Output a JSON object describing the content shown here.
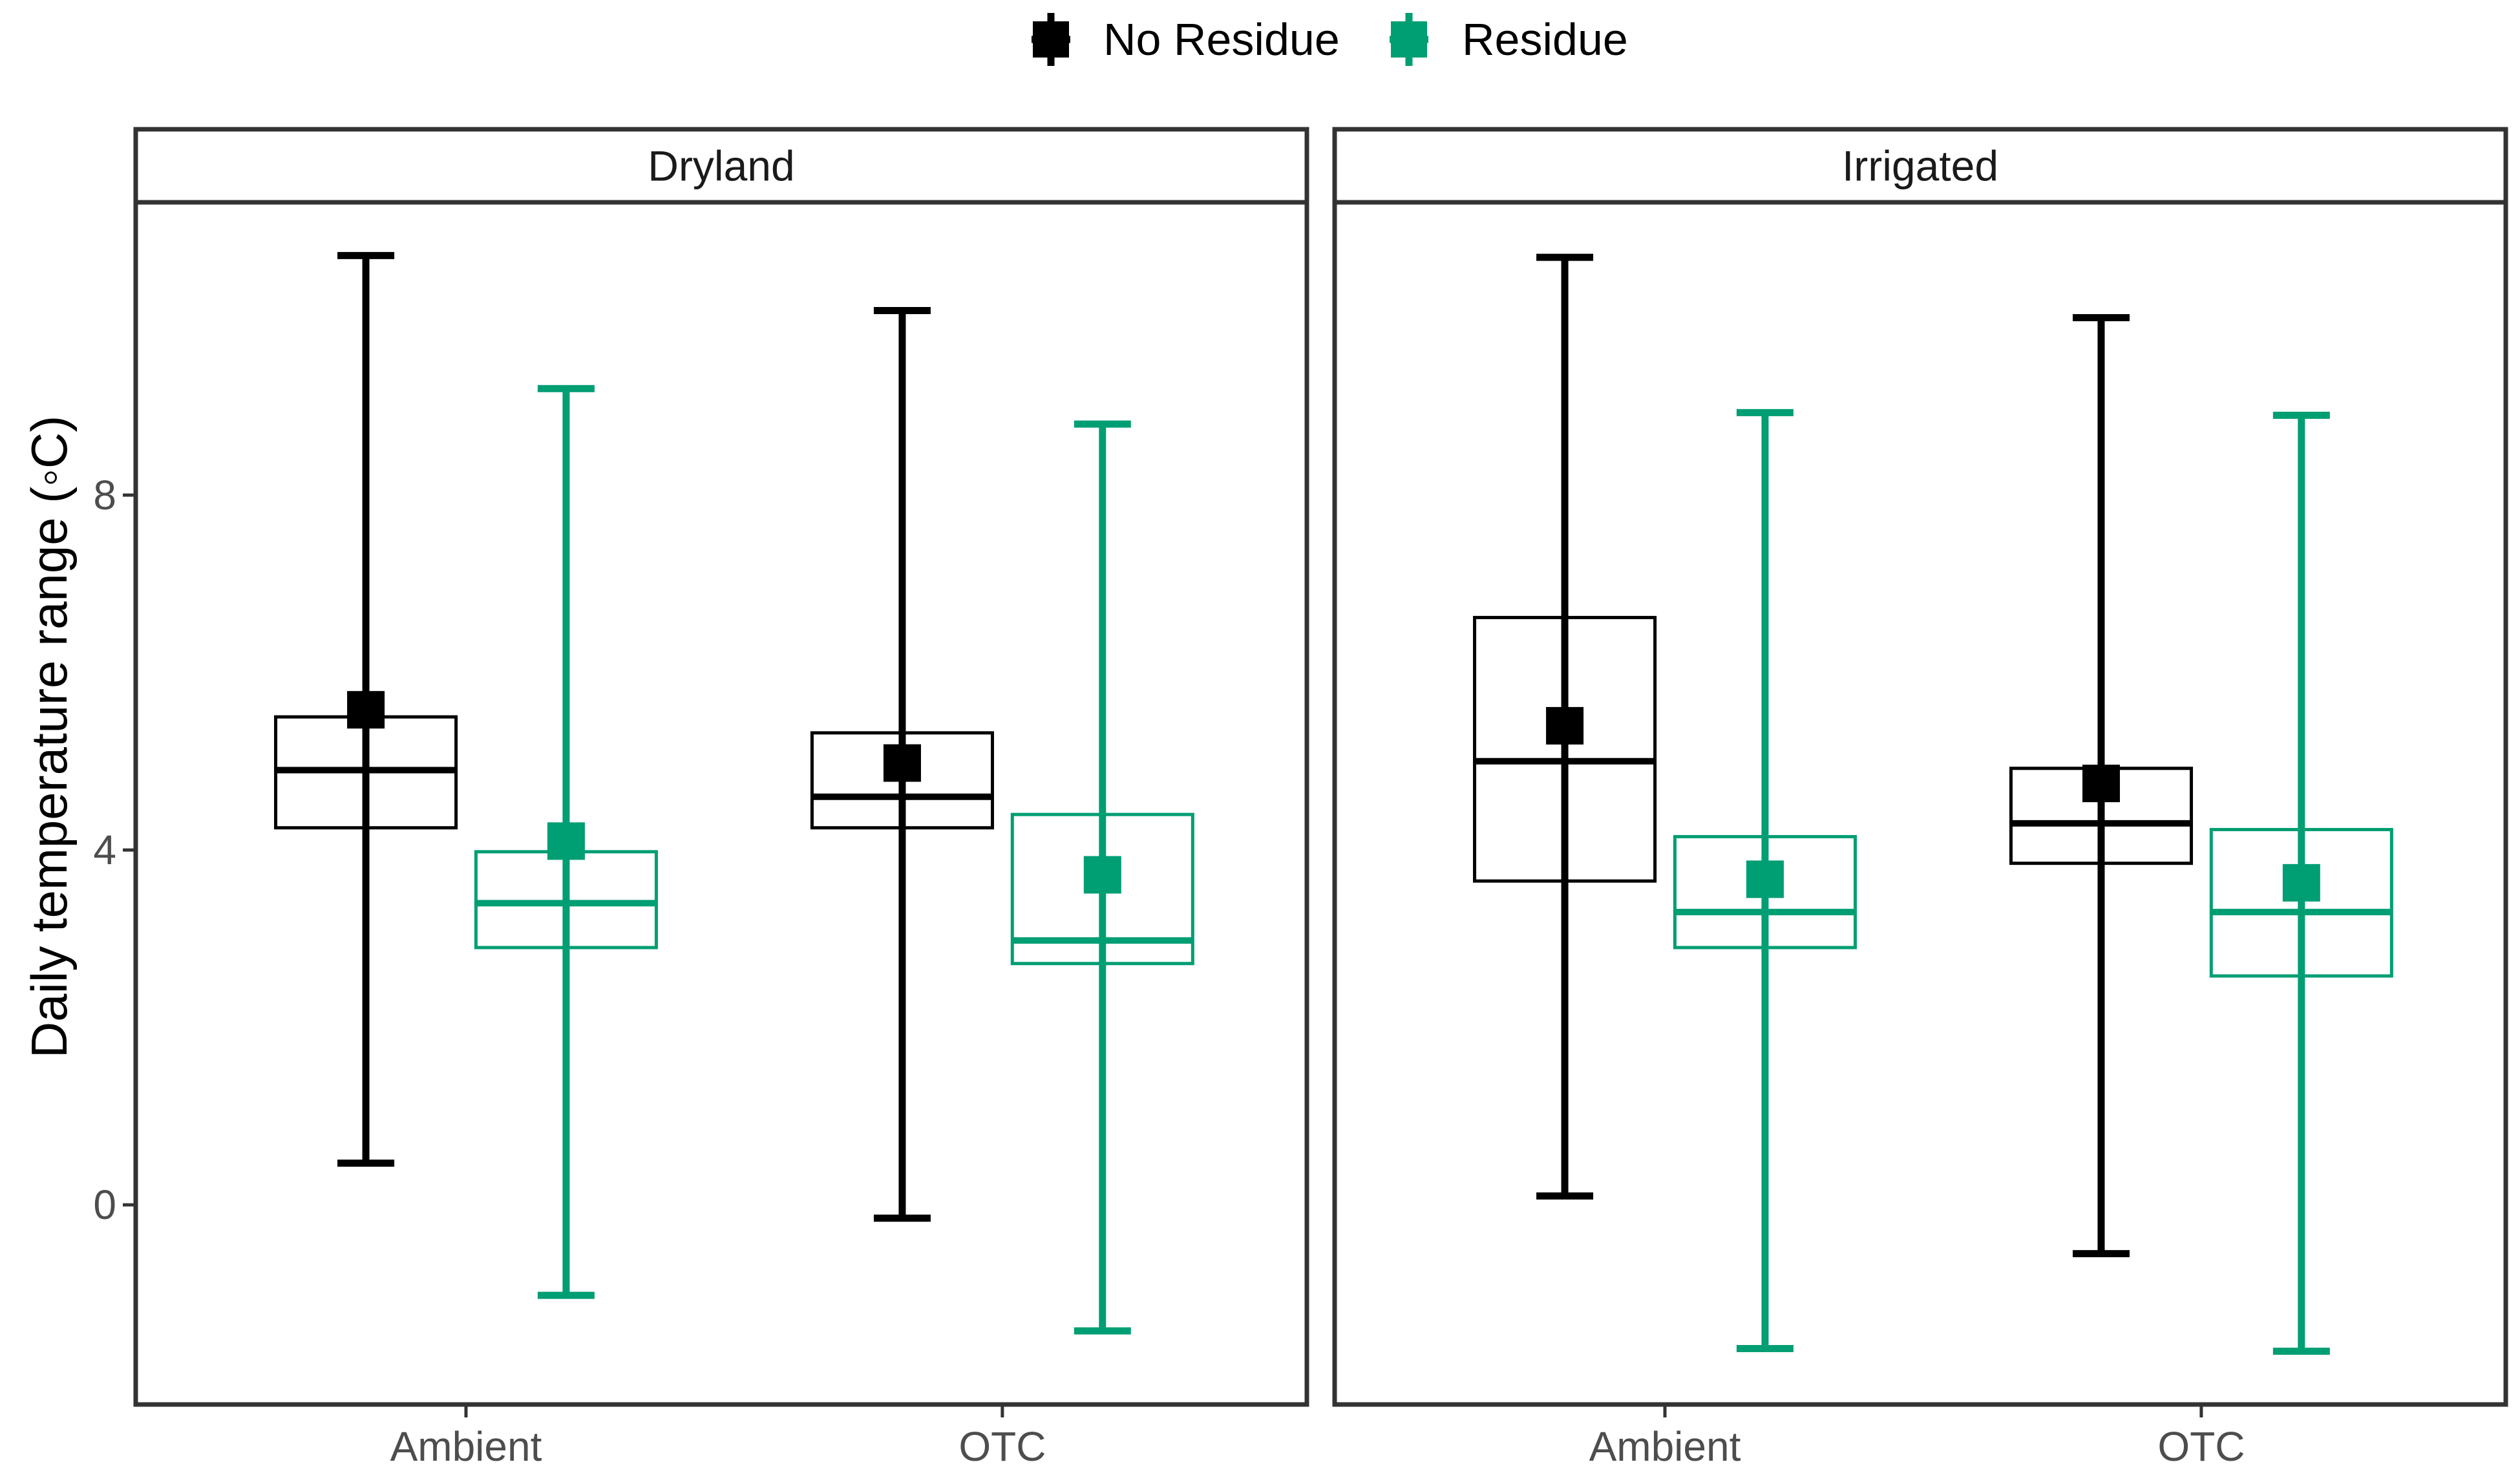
{
  "chart_data": {
    "type": "boxplot",
    "ylabel": "Daily temperature range (◦C)",
    "xlabel": "",
    "ylim": [
      -2.25,
      11.3
    ],
    "yticks": [
      0,
      4,
      8
    ],
    "categories": [
      "Ambient",
      "OTC"
    ],
    "legend": {
      "position": "top",
      "entries": [
        {
          "name": "No Residue",
          "color": "#000000"
        },
        {
          "name": "Residue",
          "color": "#009E73"
        }
      ]
    },
    "grid": false,
    "panels": [
      {
        "label": "Dryland",
        "groups": [
          {
            "category": "Ambient",
            "series": "No Residue",
            "whisker_low": 0.47,
            "q1": 4.25,
            "median": 4.9,
            "q3": 5.5,
            "whisker_high": 10.7,
            "mean": 5.58
          },
          {
            "category": "Ambient",
            "series": "Residue",
            "whisker_low": -1.02,
            "q1": 2.9,
            "median": 3.4,
            "q3": 3.98,
            "whisker_high": 9.2,
            "mean": 4.1
          },
          {
            "category": "OTC",
            "series": "No Residue",
            "whisker_low": -0.15,
            "q1": 4.25,
            "median": 4.6,
            "q3": 5.32,
            "whisker_high": 10.08,
            "mean": 4.98
          },
          {
            "category": "OTC",
            "series": "Residue",
            "whisker_low": -1.42,
            "q1": 2.72,
            "median": 2.98,
            "q3": 4.4,
            "whisker_high": 8.8,
            "mean": 3.72
          }
        ]
      },
      {
        "label": "Irrigated",
        "groups": [
          {
            "category": "Ambient",
            "series": "No Residue",
            "whisker_low": 0.1,
            "q1": 3.65,
            "median": 5.0,
            "q3": 6.62,
            "whisker_high": 10.68,
            "mean": 5.4
          },
          {
            "category": "Ambient",
            "series": "Residue",
            "whisker_low": -1.62,
            "q1": 2.9,
            "median": 3.3,
            "q3": 4.15,
            "whisker_high": 8.93,
            "mean": 3.67
          },
          {
            "category": "OTC",
            "series": "No Residue",
            "whisker_low": -0.55,
            "q1": 3.85,
            "median": 4.3,
            "q3": 4.92,
            "whisker_high": 10.0,
            "mean": 4.75
          },
          {
            "category": "OTC",
            "series": "Residue",
            "whisker_low": -1.65,
            "q1": 2.58,
            "median": 3.3,
            "q3": 4.23,
            "whisker_high": 8.9,
            "mean": 3.63
          }
        ]
      }
    ]
  }
}
